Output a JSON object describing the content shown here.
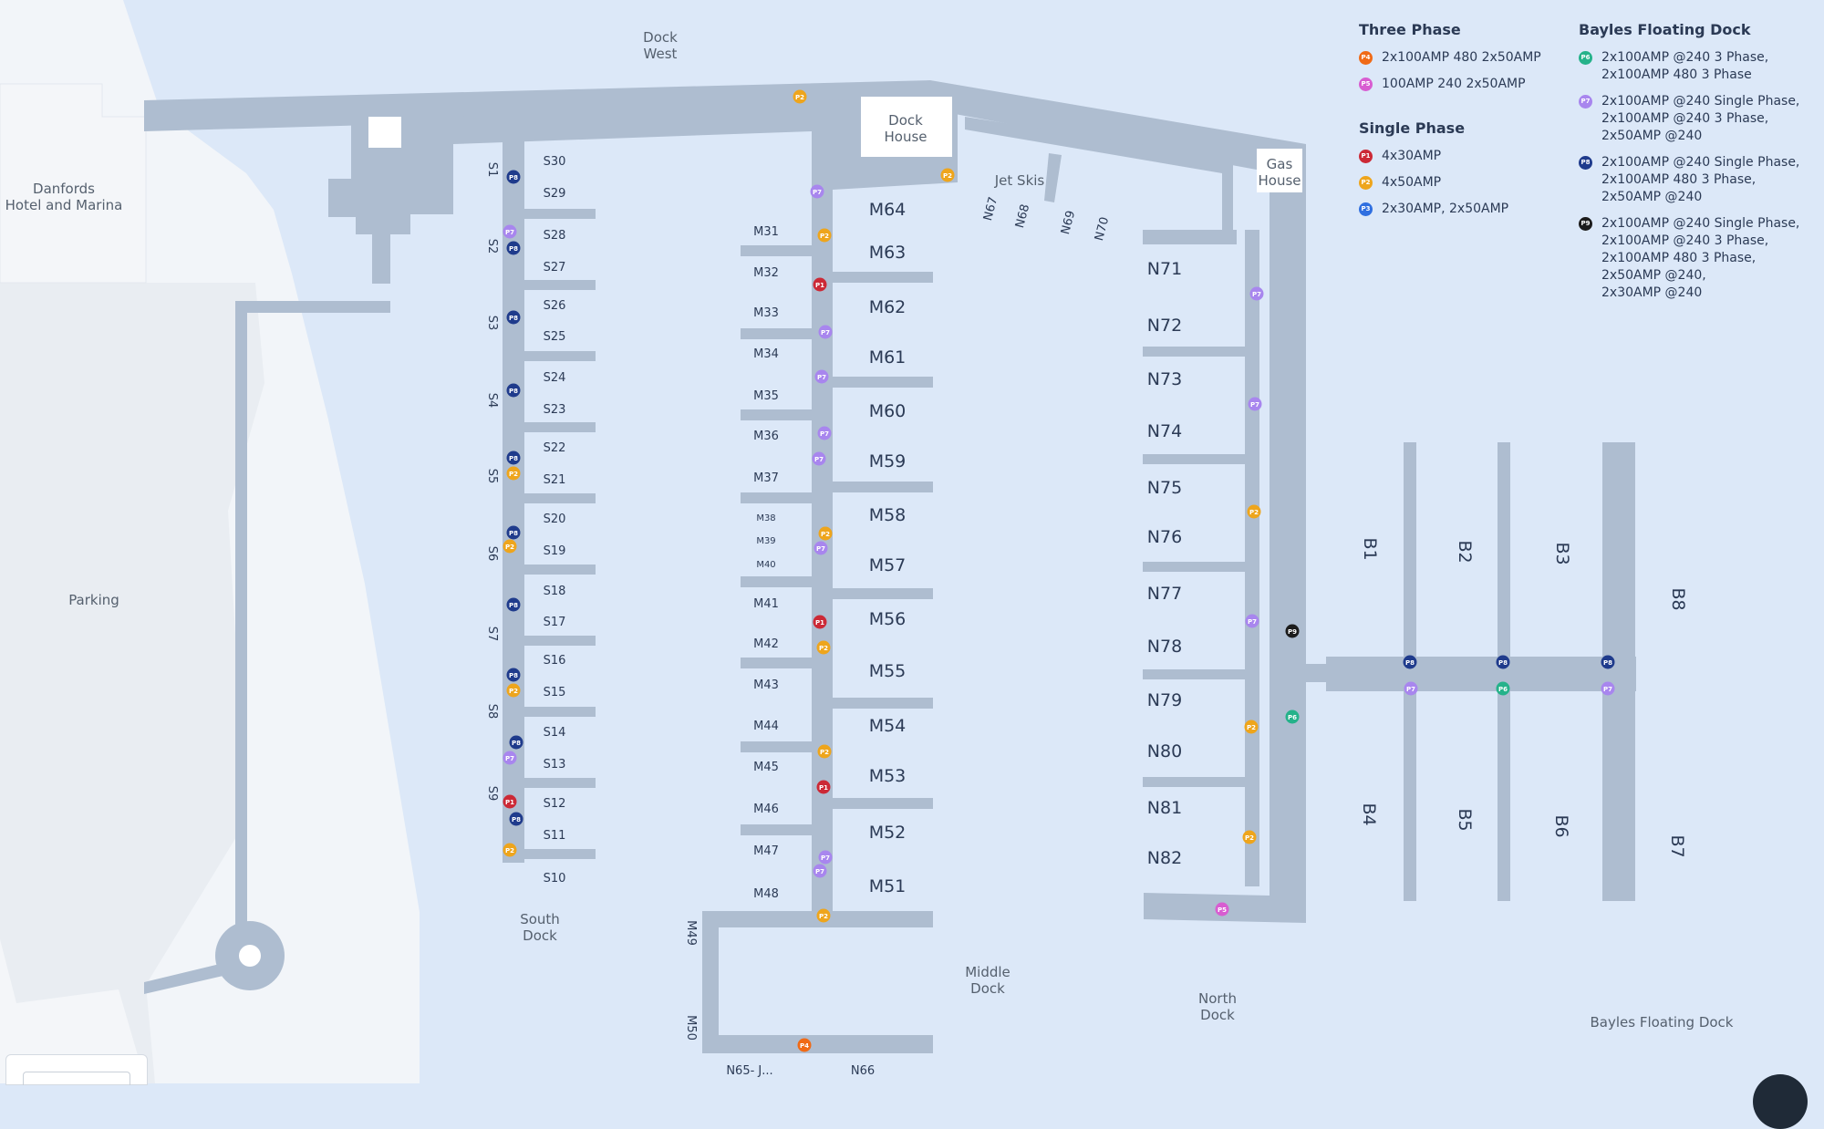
{
  "areas": {
    "dock_west": "Dock\nWest",
    "dock_house": "Dock\nHouse",
    "gas_house": "Gas\nHouse",
    "jet_skis": "Jet Skis",
    "danfords": "Danfords\nHotel and Marina",
    "parking": "Parking",
    "south_dock": "South\nDock",
    "middle_dock": "Middle\nDock",
    "north_dock": "North\nDock",
    "bayles_floating_dock": "Bayles Floating Dock"
  },
  "colors": {
    "water": "#dce8f8",
    "land": "#f2f5f9",
    "land_alt": "#e9edf2",
    "dock": "#aebdd0",
    "label": "#2b3a55",
    "P1": "#cc2936",
    "P2": "#eea51c",
    "P3": "#2f6fe0",
    "P4": "#f06a16",
    "P5": "#d85dd1",
    "P6": "#25b28a",
    "P7": "#a886ee",
    "P8": "#1f3b8c",
    "P9": "#1c1c1c"
  },
  "legend": {
    "three_phase": {
      "title": "Three Phase",
      "items": [
        {
          "code": "P4",
          "text": "2x100AMP 480 2x50AMP"
        },
        {
          "code": "P5",
          "text": "100AMP 240 2x50AMP"
        }
      ]
    },
    "single_phase": {
      "title": "Single Phase",
      "items": [
        {
          "code": "P1",
          "text": "4x30AMP"
        },
        {
          "code": "P2",
          "text": "4x50AMP"
        },
        {
          "code": "P3",
          "text": "2x30AMP, 2x50AMP"
        }
      ]
    },
    "bayles": {
      "title": "Bayles Floating Dock",
      "items": [
        {
          "code": "P6",
          "text": "2x100AMP @240 3 Phase,\n2x100AMP 480 3 Phase"
        },
        {
          "code": "P7",
          "text": "2x100AMP @240 Single Phase,\n2x100AMP @240 3 Phase,\n2x50AMP @240"
        },
        {
          "code": "P8",
          "text": "2x100AMP @240 Single Phase,\n2x100AMP 480 3 Phase,\n2x50AMP @240"
        },
        {
          "code": "P9",
          "text": "2x100AMP @240 Single Phase,\n2x100AMP @240 3 Phase,\n2x100AMP 480 3 Phase,\n2x50AMP @240,\n2x30AMP @240"
        }
      ]
    }
  },
  "slips": {
    "south": [
      "S30",
      "S29",
      "S28",
      "S27",
      "S26",
      "S25",
      "S24",
      "S23",
      "S22",
      "S21",
      "S20",
      "S19",
      "S18",
      "S17",
      "S16",
      "S15",
      "S14",
      "S13",
      "S12",
      "S11",
      "S10"
    ],
    "south_fingers": [
      "S1",
      "S2",
      "S3",
      "S4",
      "S5",
      "S6",
      "S7",
      "S8",
      "S9"
    ],
    "middle_west": [
      "M31",
      "M32",
      "M33",
      "M34",
      "M35",
      "M36",
      "M37",
      "M38",
      "M39",
      "M40",
      "M41",
      "M42",
      "M43",
      "M44",
      "M45",
      "M46",
      "M47",
      "M48"
    ],
    "middle_east": [
      "M64",
      "M63",
      "M62",
      "M61",
      "M60",
      "M59",
      "M58",
      "M57",
      "M56",
      "M55",
      "M54",
      "M53",
      "M52",
      "M51"
    ],
    "middle_south": [
      "M49",
      "M50",
      "N65- J...",
      "N66"
    ],
    "jet_ski": [
      "N67",
      "N68",
      "N69",
      "N70"
    ],
    "north": [
      "N71",
      "N72",
      "N73",
      "N74",
      "N75",
      "N76",
      "N77",
      "N78",
      "N79",
      "N80",
      "N81",
      "N82"
    ],
    "bayles": [
      "B1",
      "B2",
      "B3",
      "B4",
      "B5",
      "B6",
      "B7",
      "B8"
    ]
  },
  "power_posts": [
    "P1",
    "P2",
    "P3",
    "P4",
    "P5",
    "P6",
    "P7",
    "P8",
    "P9"
  ]
}
